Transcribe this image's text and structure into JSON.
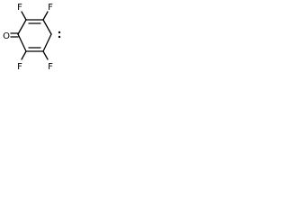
{
  "molecule": {
    "atoms": {
      "oxygen": "O",
      "fluorine_top_left": "F",
      "fluorine_top_right": "F",
      "fluorine_bottom_left": "F",
      "fluorine_bottom_right": "F"
    },
    "radical_center_symbol": ":",
    "colors": {
      "ink": "#000000",
      "background": "#ffffff"
    }
  }
}
